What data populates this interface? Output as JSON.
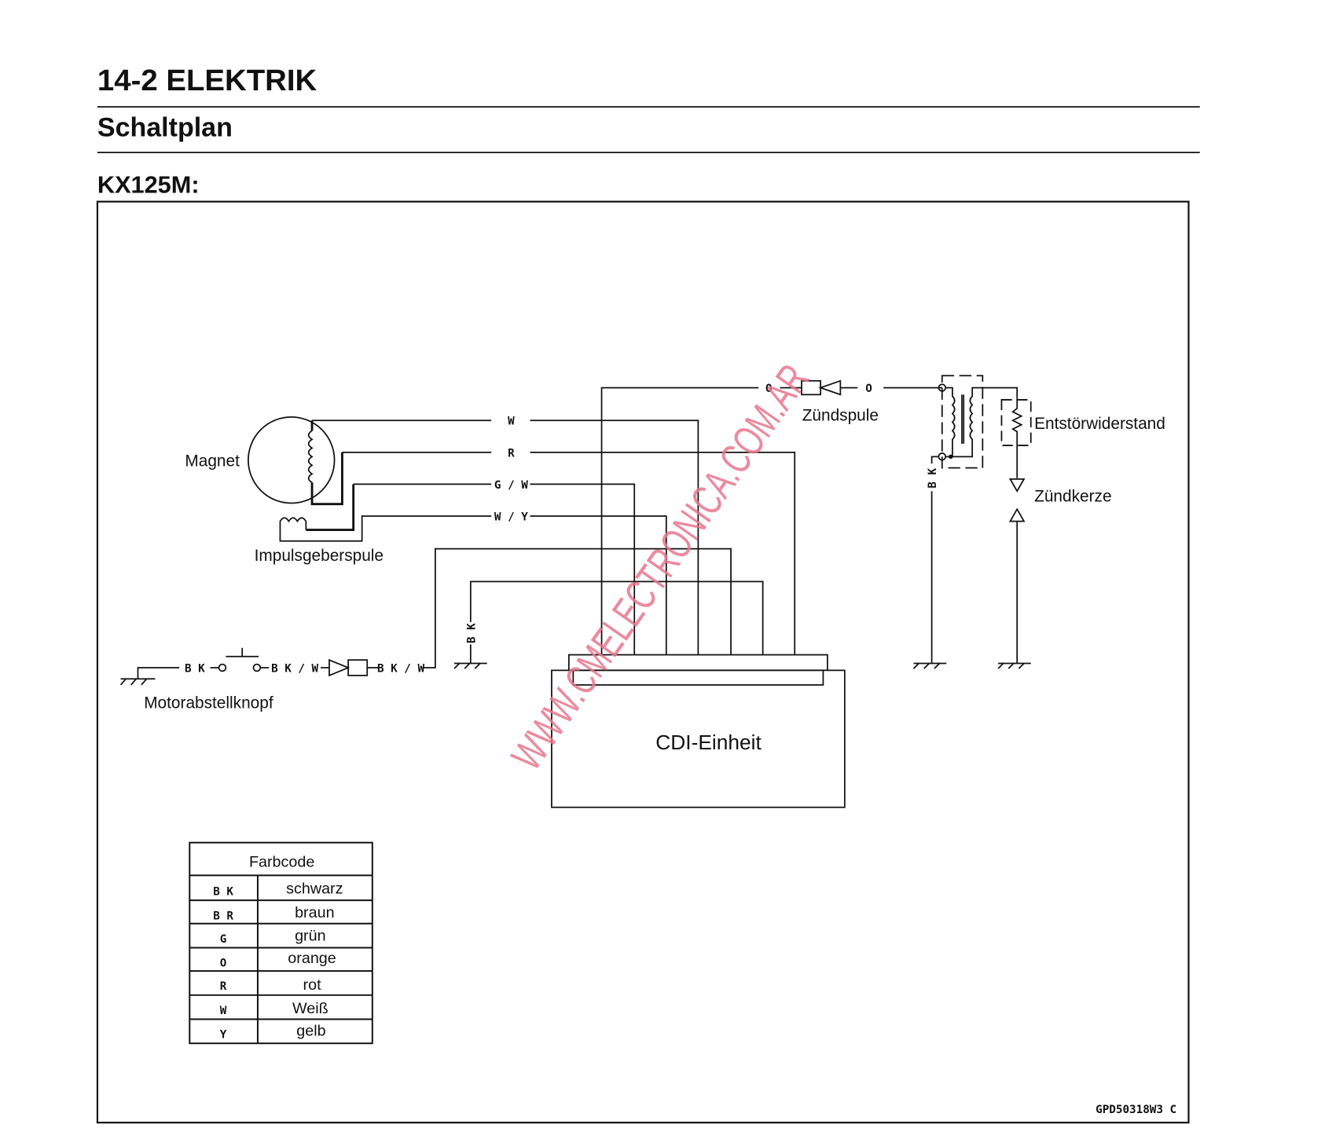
{
  "header": {
    "section": "14-2 ELEKTRIK",
    "title": "Schaltplan",
    "model": "KX125M:"
  },
  "diagram": {
    "components": {
      "magnet": "Magnet",
      "pickup_coil": "Impulsgeberspule",
      "ignition_coil": "Zündspule",
      "suppressor": "Entstörwiderstand",
      "spark_plug": "Zündkerze",
      "stop_button": "Motorabstellknopf",
      "cdi": "CDI-Einheit"
    },
    "wire_labels": {
      "w": "W",
      "r": "R",
      "gw": "G / W",
      "wy": "W / Y",
      "o1": "O",
      "o2": "O",
      "bk_coil": "B K",
      "bk_ground": "B K",
      "bk_switch": "B K",
      "bkw1": "B K / W",
      "bkw2": "B K / W"
    },
    "figure_code": "GPD50318W3  C",
    "watermark": "WWW.CMELECTRONICA.COM.AR",
    "watermark_color": "#e8758c"
  },
  "legend": {
    "title": "Farbcode",
    "rows": [
      {
        "code": "B K",
        "name": "schwarz"
      },
      {
        "code": "B R",
        "name": "braun"
      },
      {
        "code": "G",
        "name": "grün"
      },
      {
        "code": "O",
        "name": "orange"
      },
      {
        "code": "R",
        "name": "rot"
      },
      {
        "code": "W",
        "name": "Weiß"
      },
      {
        "code": "Y",
        "name": "gelb"
      }
    ]
  }
}
